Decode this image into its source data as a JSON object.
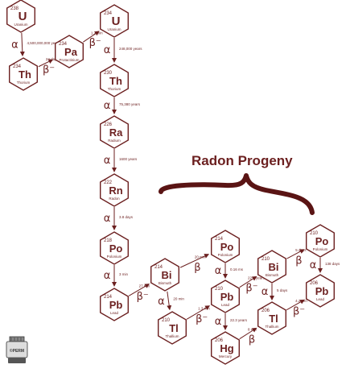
{
  "title": "Radon Progeny",
  "colors": {
    "ink": "#6b1f1f",
    "brace": "#5a1414"
  },
  "logo": {
    "text": "©PERM",
    "icon": "radon-detector-icon"
  },
  "nuclides": [
    {
      "id": "U238",
      "mass": "238",
      "symbol": "U",
      "name": "Uranium"
    },
    {
      "id": "Th234",
      "mass": "234",
      "symbol": "Th",
      "name": "Thorium"
    },
    {
      "id": "Pa234",
      "mass": "234",
      "symbol": "Pa",
      "name": "Protactinium"
    },
    {
      "id": "U234",
      "mass": "234",
      "symbol": "U",
      "name": "Uranium"
    },
    {
      "id": "Th230",
      "mass": "230",
      "symbol": "Th",
      "name": "Thorium"
    },
    {
      "id": "Ra226",
      "mass": "226",
      "symbol": "Ra",
      "name": "Radium"
    },
    {
      "id": "Rn222",
      "mass": "222",
      "symbol": "Rn",
      "name": "Radon"
    },
    {
      "id": "Po218",
      "mass": "218",
      "symbol": "Po",
      "name": "Polonium"
    },
    {
      "id": "Pb214",
      "mass": "214",
      "symbol": "Pb",
      "name": "Lead"
    },
    {
      "id": "Bi214",
      "mass": "214",
      "symbol": "Bi",
      "name": "Bismuth"
    },
    {
      "id": "Tl210",
      "mass": "210",
      "symbol": "Tl",
      "name": "Thallium"
    },
    {
      "id": "Po214",
      "mass": "214",
      "symbol": "Po",
      "name": "Polonium"
    },
    {
      "id": "Pb210",
      "mass": "210",
      "symbol": "Pb",
      "name": "Lead"
    },
    {
      "id": "Hg206",
      "mass": "206",
      "symbol": "Hg",
      "name": "Mercury"
    },
    {
      "id": "Bi210",
      "mass": "210",
      "symbol": "Bi",
      "name": "Bismuth"
    },
    {
      "id": "Tl206",
      "mass": "206",
      "symbol": "Tl",
      "name": "Thallium"
    },
    {
      "id": "Po210",
      "mass": "210",
      "symbol": "Po",
      "name": "Polonium"
    },
    {
      "id": "Pb206",
      "mass": "206",
      "symbol": "Pb",
      "name": "Lead"
    }
  ],
  "decays": [
    {
      "from": "U238",
      "to": "Th234",
      "type": "α",
      "half_life": "4,500,000,000 years"
    },
    {
      "from": "Th234",
      "to": "Pa234",
      "type": "β⁻",
      "half_life": "24 days"
    },
    {
      "from": "Pa234",
      "to": "U234",
      "type": "β⁻",
      "half_life": "1.2 min"
    },
    {
      "from": "U234",
      "to": "Th230",
      "type": "α",
      "half_life": "248,000 years"
    },
    {
      "from": "Th230",
      "to": "Ra226",
      "type": "α",
      "half_life": "75,380 years"
    },
    {
      "from": "Ra226",
      "to": "Rn222",
      "type": "α",
      "half_life": "1600 years"
    },
    {
      "from": "Rn222",
      "to": "Po218",
      "type": "α",
      "half_life": "3.8 days"
    },
    {
      "from": "Po218",
      "to": "Pb214",
      "type": "α",
      "half_life": "3 min"
    },
    {
      "from": "Pb214",
      "to": "Bi214",
      "type": "β⁻",
      "half_life": "27 min"
    },
    {
      "from": "Bi214",
      "to": "Tl210",
      "type": "α",
      "half_life": "20 min"
    },
    {
      "from": "Bi214",
      "to": "Po214",
      "type": "β",
      "half_life": "20 min"
    },
    {
      "from": "Tl210",
      "to": "Pb210",
      "type": "β⁻",
      "half_life": "1.3 min"
    },
    {
      "from": "Po214",
      "to": "Pb210",
      "type": "α",
      "half_life": "0.16 ms"
    },
    {
      "from": "Pb210",
      "to": "Hg206",
      "type": "α",
      "half_life": "22.3 years"
    },
    {
      "from": "Pb210",
      "to": "Bi210",
      "type": "β⁻",
      "half_life": "22.3 years"
    },
    {
      "from": "Hg206",
      "to": "Tl206",
      "type": "β",
      "half_life": "8 min"
    },
    {
      "from": "Bi210",
      "to": "Po210",
      "type": "β",
      "half_life": "5 days"
    },
    {
      "from": "Bi210",
      "to": "Tl206",
      "type": "α",
      "half_life": "5 days"
    },
    {
      "from": "Po210",
      "to": "Pb206",
      "type": "α",
      "half_life": "138 days"
    },
    {
      "from": "Tl206",
      "to": "Pb206",
      "type": "β⁻",
      "half_life": "4.2 min"
    }
  ]
}
